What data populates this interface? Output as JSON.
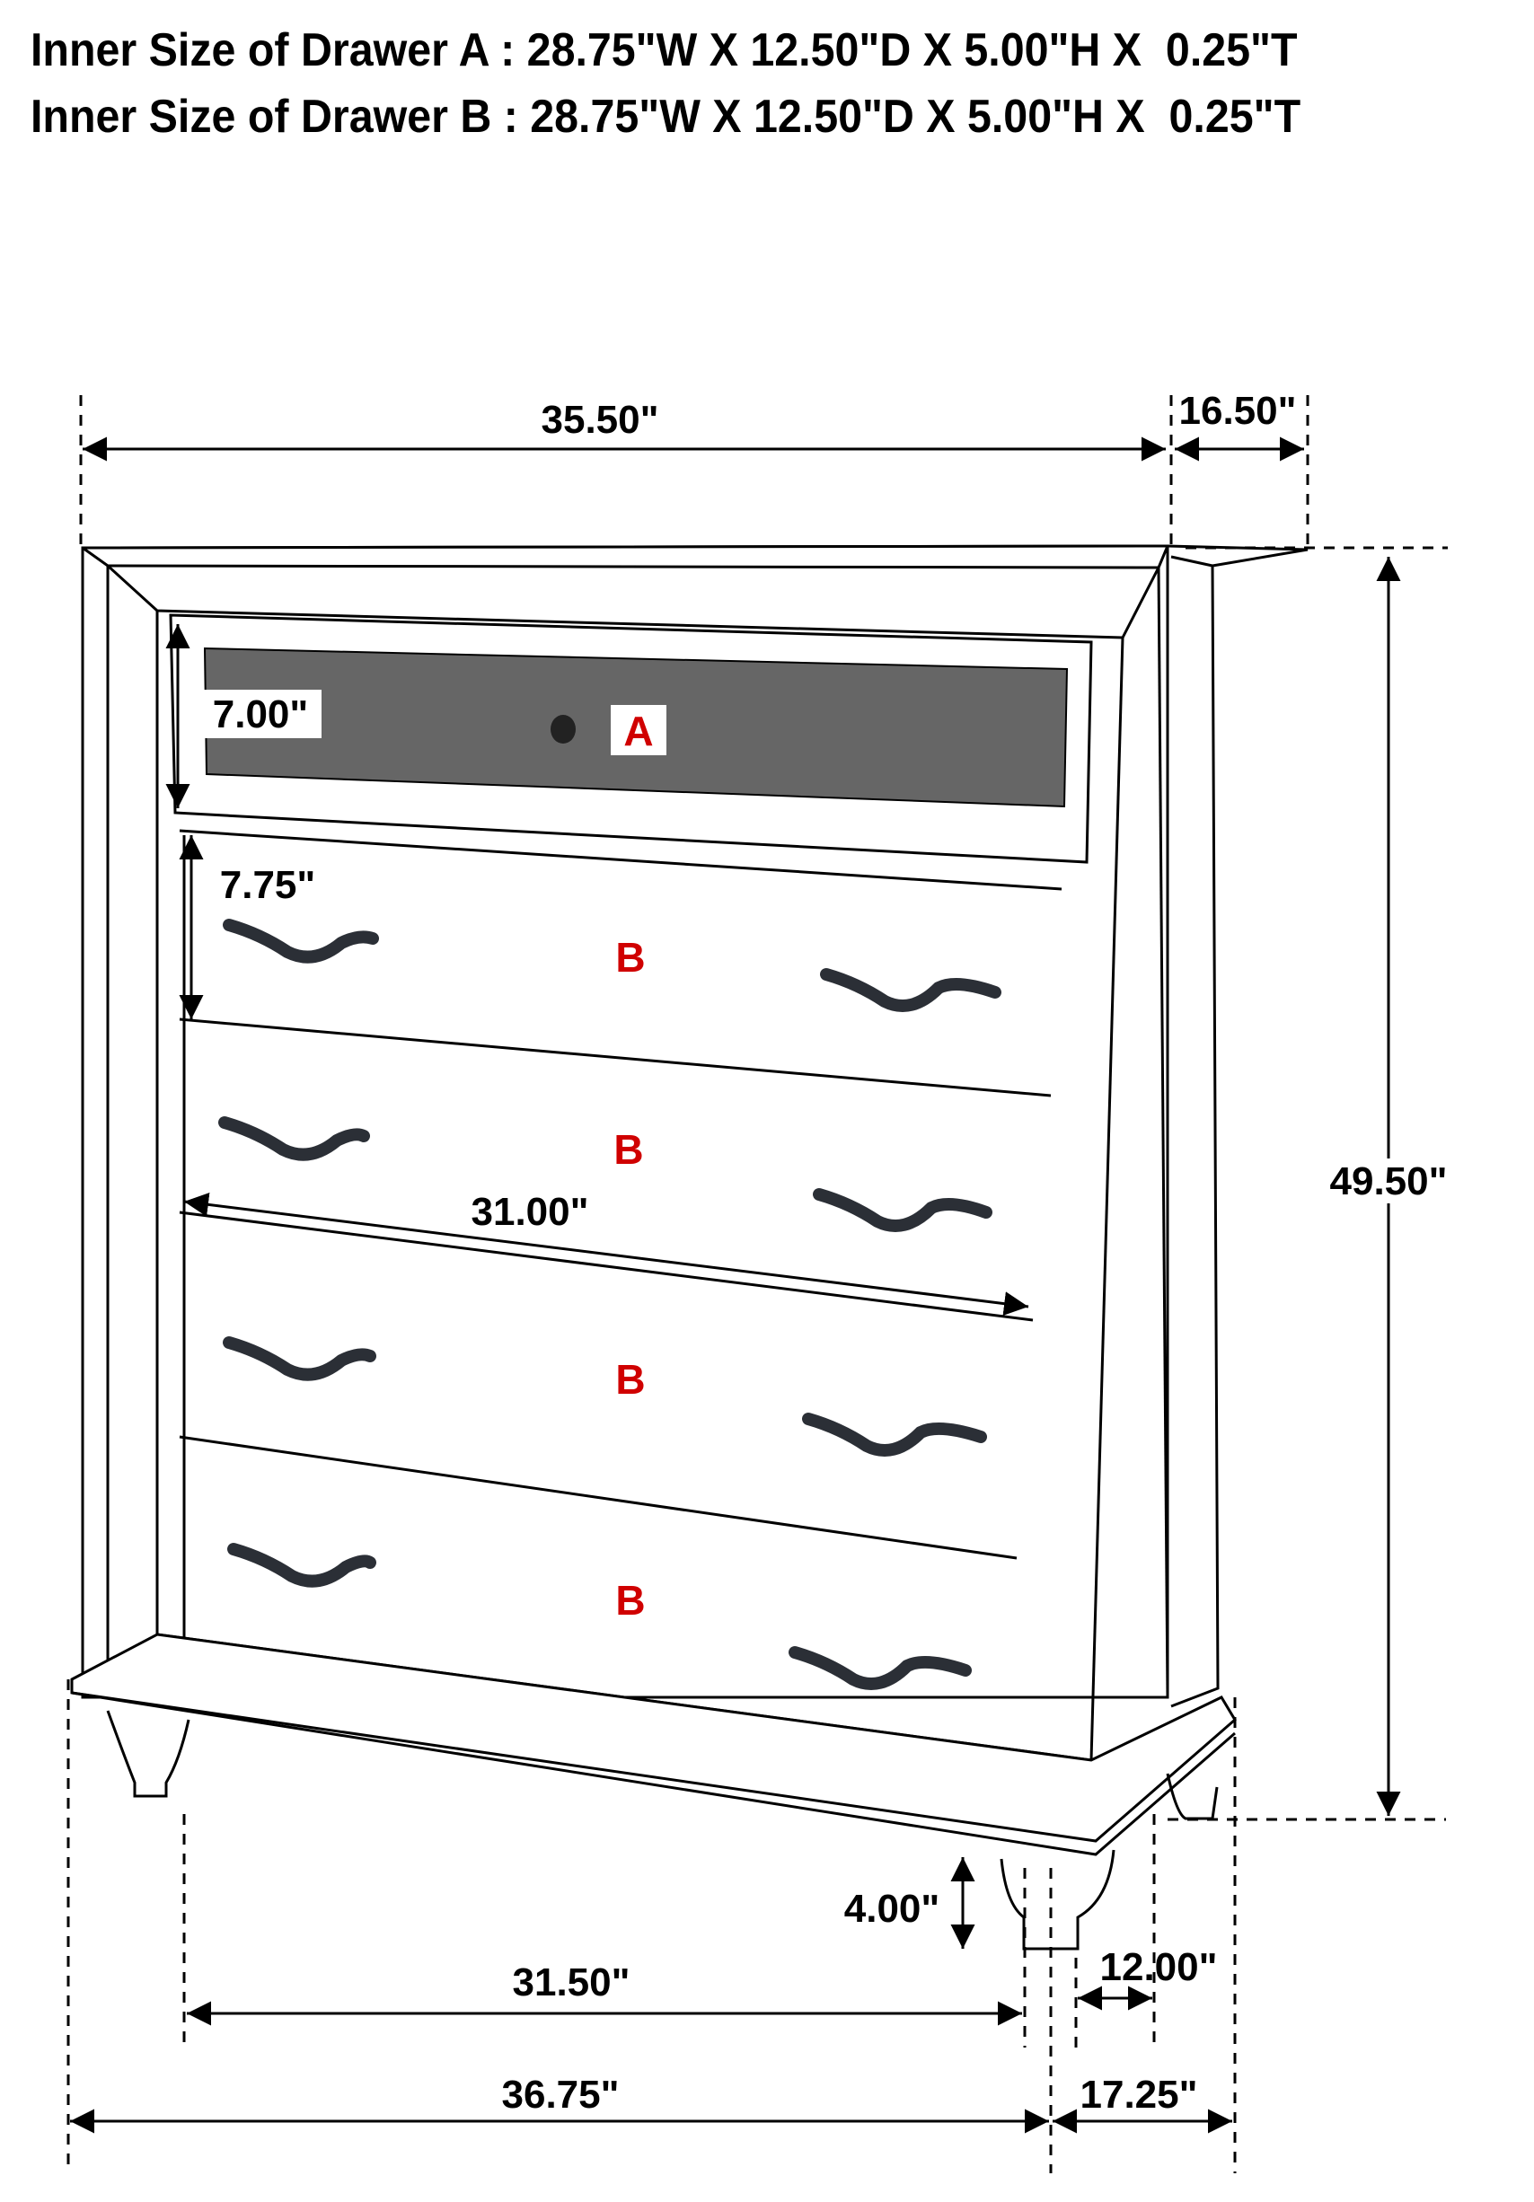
{
  "header": {
    "line_a": "Inner Size of Drawer A : 28.75\"W X 12.50\"D X 5.00\"H X  0.25\"T",
    "line_b": "Inner Size of Drawer B : 28.75\"W X 12.50\"D X 5.00\"H X  0.25\"T"
  },
  "dimensions": {
    "overall_width_top": "35.50\"",
    "depth_top": "16.50\"",
    "height": "49.50\"",
    "drawer_a_height": "7.00\"",
    "drawer_b_height": "7.75\"",
    "drawer_width": "31.00\"",
    "leg_height": "4.00\"",
    "leg_span_width": "31.50\"",
    "leg_span_depth": "12.00\"",
    "base_width": "36.75\"",
    "base_depth": "17.25\""
  },
  "drawers": {
    "a_label": "A",
    "b_labels": [
      "B",
      "B",
      "B",
      "B"
    ]
  },
  "colors": {
    "label_red": "#d00000",
    "drawer_a_panel": "#666666",
    "line": "#000000"
  }
}
